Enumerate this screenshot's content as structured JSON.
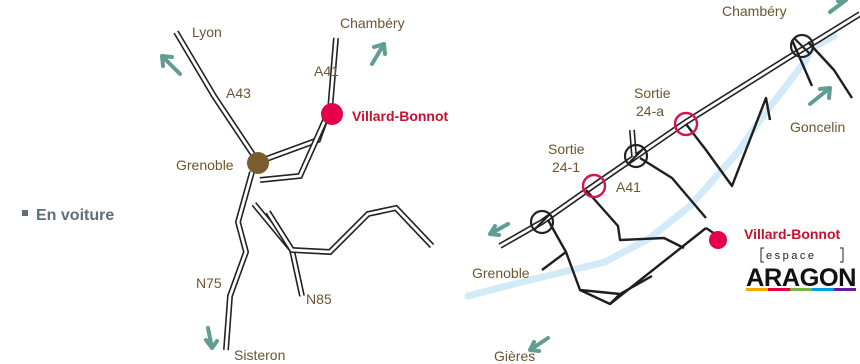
{
  "section_label": "En voiture",
  "left_map": {
    "cities": {
      "lyon": "Lyon",
      "chambery": "Chambéry",
      "grenoble": "Grenoble",
      "sisteron": "Sisteron"
    },
    "roads": {
      "a43": "A43",
      "a41": "A41",
      "n75": "N75",
      "n85": "N85"
    },
    "destination": "Villard-Bonnot"
  },
  "right_map": {
    "cities": {
      "chambery": "Chambéry",
      "goncelin": "Goncelin",
      "grenoble": "Grenoble",
      "gieres": "Gières"
    },
    "exits": {
      "exit_a_line1": "Sortie",
      "exit_a_line2": "24-a",
      "exit_1_line1": "Sortie",
      "exit_1_line2": "24-1"
    },
    "road": "A41",
    "destination": "Villard-Bonnot"
  },
  "logo": {
    "top": "espace",
    "bottom": "ARAGON"
  },
  "colors": {
    "accent_red": "#c8102e",
    "grenoble_dot": "#7a5c2e",
    "arrow_teal": "#5f9d95",
    "river_blue": "#d3ebf8",
    "label_brown": "#6b5530"
  },
  "icons": [
    "direction-arrow-icon",
    "interchange-icon",
    "location-marker-icon"
  ]
}
